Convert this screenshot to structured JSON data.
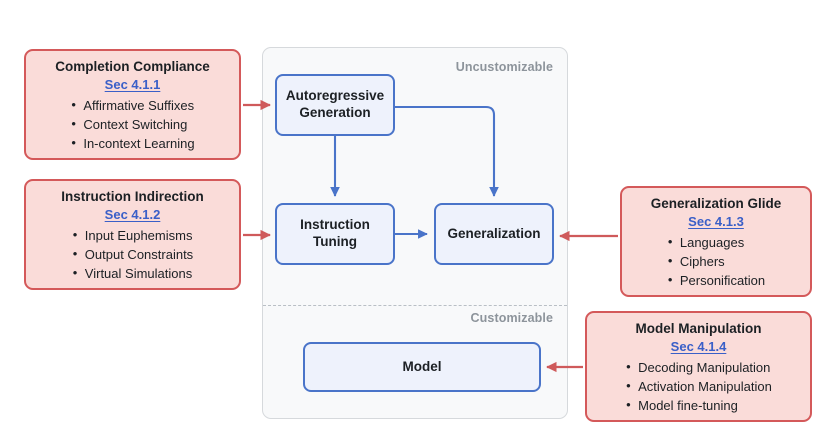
{
  "figure": {
    "panel": {
      "zone_top_label": "Uncustomizable",
      "zone_bottom_label": "Customizable"
    },
    "stages": [
      {
        "id": "autoregressive",
        "label": "Autoregressive Generation"
      },
      {
        "id": "instruction",
        "label": "Instruction Tuning"
      },
      {
        "id": "generalization",
        "label": "Generalization"
      },
      {
        "id": "model",
        "label": "Model"
      }
    ],
    "cards": [
      {
        "id": "completion",
        "title": "Completion Compliance",
        "section": "Sec 4.1.1",
        "items": [
          "Affirmative Suffixes",
          "Context Switching",
          "In-context Learning"
        ]
      },
      {
        "id": "instruction",
        "title": "Instruction Indirection",
        "section": "Sec 4.1.2",
        "items": [
          "Input Euphemisms",
          "Output Constraints",
          "Virtual Simulations"
        ]
      },
      {
        "id": "generalization",
        "title": "Generalization Glide",
        "section": "Sec 4.1.3",
        "items": [
          "Languages",
          "Ciphers",
          "Personification"
        ]
      },
      {
        "id": "manipulation",
        "title": "Model Manipulation",
        "section": "Sec 4.1.4",
        "items": [
          "Decoding Manipulation",
          "Activation Manipulation",
          "Model fine-tuning"
        ]
      }
    ],
    "colors": {
      "card_fill": "#fadcd9",
      "card_border": "#d4595a",
      "stage_fill": "#eef2fc",
      "stage_border": "#4a74c9",
      "panel_fill": "#f8f9fa",
      "panel_border": "#d6d9dc",
      "link_blue": "#3a5fc8",
      "arrow_red": "#d4595a",
      "arrow_blue": "#4a74c9",
      "zone_label": "#8d949b",
      "page_background": "#ffffff"
    }
  }
}
